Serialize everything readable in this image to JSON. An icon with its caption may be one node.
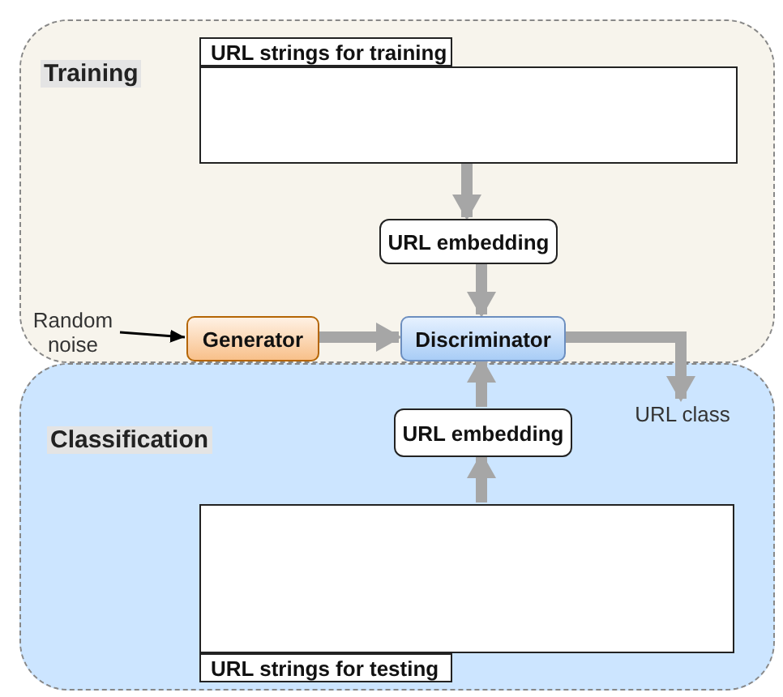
{
  "diagram": {
    "nodes": [
      {
        "text": [
          "Training"
        ]
      },
      {
        "text": [
          "URL strings for training"
        ],
        "in": 0
      },
      {
        "text": [],
        "shape": "box",
        "in": 0
      },
      {
        "text": [
          "URL embedding"
        ],
        "in": 0
      },
      {
        "text": [
          "Random noise"
        ],
        "in": 0
      },
      {
        "text": [
          "Generator"
        ],
        "in": 0
      },
      {
        "text": [
          "Discriminator"
        ],
        "in": 0
      },
      {
        "text": [
          "Classification"
        ]
      },
      {
        "text": [
          "URL embedding"
        ],
        "in": 7
      },
      {
        "text": [],
        "shape": "box",
        "in": 7
      },
      {
        "text": [
          "URL strings for testing"
        ],
        "in": 7
      },
      {
        "text": [
          "URL class"
        ],
        "in": 7
      }
    ],
    "edges": [
      {
        "from": 2,
        "to": 3,
        "arrow": "to"
      },
      {
        "from": 3,
        "to": 6,
        "arrow": "to"
      },
      {
        "from": 4,
        "to": 5,
        "arrow": "to",
        "color": "#000000"
      },
      {
        "from": 5,
        "to": 6,
        "arrow": "to"
      },
      {
        "from": 6,
        "to": 11,
        "arrow": "to"
      },
      {
        "from": 8,
        "to": 6,
        "arrow": "to"
      },
      {
        "from": 9,
        "to": 8,
        "arrow": "to"
      }
    ]
  }
}
